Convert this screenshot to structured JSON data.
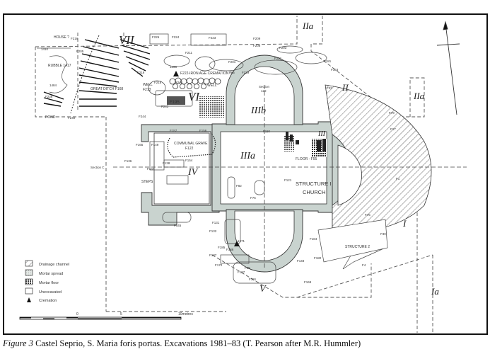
{
  "figure": {
    "caption_label": "Figure 3",
    "caption_text": " Castel Seprio, S. Maria foris portas. Excavations 1981–83 (T. Pearson after M.R. Hummler)"
  },
  "colors": {
    "mortar": "#c9d3cf",
    "ink": "#222222",
    "paper": "#ffffff"
  },
  "zones": {
    "VII": "VII",
    "VI": "VI",
    "IIIb": "IIIb",
    "IIIa": "IIIa",
    "III": "III",
    "IV": "IV",
    "II": "II",
    "IIa_top": "IIa",
    "IIa_right": "IIa",
    "I": "I",
    "Ia": "Ia",
    "V": "V"
  },
  "structures": {
    "church_line1": "STRUCTURE I",
    "church_line2": "CHURCH",
    "structure2": "STRUCTURE 2",
    "floor": "FLOOR - F55",
    "communal_grave": "COMMUNAL GRAVE",
    "communal_grave_f": "F122",
    "great_ditch": "GREAT DITCH  F168",
    "house": "HOUSE ?",
    "rubble": "RUBBLE  1417",
    "pond": "POND",
    "well1": "WELL",
    "well1_f": "F213",
    "well2": "WELL",
    "steps": "STEPS",
    "iron_age": "F222-IRON AGE CREMATION ?",
    "section129": "Section",
    "section129_n": "129",
    "sectionC": "Section C"
  },
  "features": [
    "F216",
    "F205",
    "1410",
    "1484",
    "F238",
    "F240",
    "F226",
    "F224",
    "F223",
    "F209",
    "F208",
    "F211",
    "F201",
    "F203",
    "F221",
    "F229",
    "F219",
    "F218",
    "F242",
    "F195",
    "F243",
    "F244",
    "F85",
    "F157",
    "F156",
    "F165",
    "F149",
    "F136",
    "F137",
    "F138",
    "F154",
    "F110",
    "F121",
    "F82",
    "F76",
    "F153",
    "F181",
    "F23",
    "F17",
    "F75",
    "F30",
    "F4",
    "F145",
    "F131",
    "F132",
    "F185",
    "F186",
    "F187",
    "F170",
    "F197",
    "F191",
    "F35",
    "F148",
    "F169",
    "F184",
    "F180",
    "F79",
    "1371",
    "1396",
    "F1"
  ],
  "legend": {
    "items": [
      {
        "icon": "hatch-diagonal",
        "label": "Drainage channel"
      },
      {
        "icon": "dotted-fill",
        "label": "Mortar spread"
      },
      {
        "icon": "grid-fill",
        "label": "Mortar floor"
      },
      {
        "icon": "empty-box",
        "label": "Unexcavated"
      },
      {
        "icon": "triangle",
        "label": "Cremation"
      }
    ]
  },
  "scale": {
    "ticks": [
      "0",
      "5",
      "10metres"
    ]
  },
  "north_arrow": "north-arrow"
}
